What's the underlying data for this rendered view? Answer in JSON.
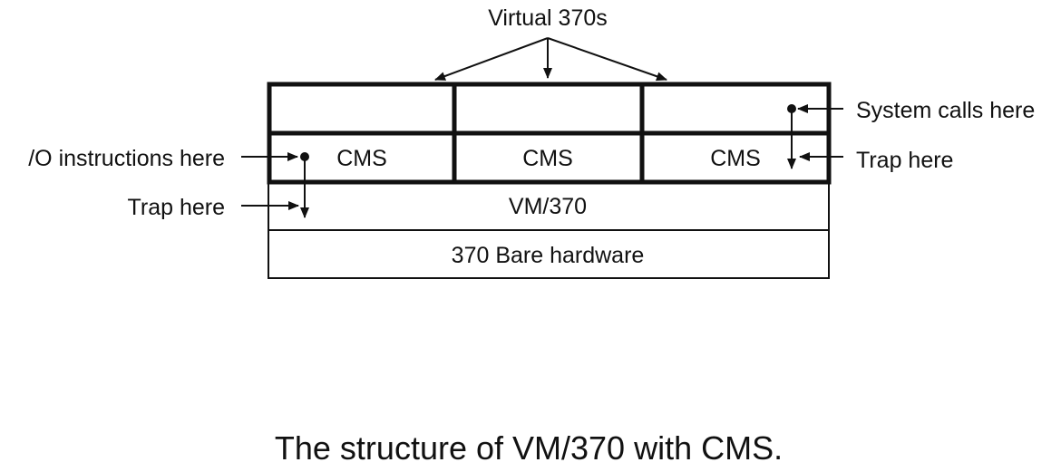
{
  "diagram": {
    "top_label": "Virtual 370s",
    "cms_cells": [
      "CMS",
      "CMS",
      "CMS"
    ],
    "vm_layer": "VM/370",
    "hardware_layer": "370 Bare hardware",
    "annotations": {
      "system_calls": "System calls here",
      "trap_right": "Trap here",
      "io_instructions": "/O instructions here",
      "trap_left": "Trap here"
    }
  },
  "caption": "The structure of VM/370 with CMS."
}
